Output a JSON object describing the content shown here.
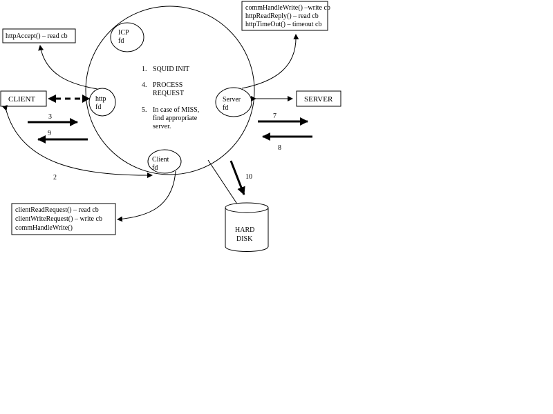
{
  "boxes": {
    "http_accept": "httpAccept() – read cb",
    "client": "CLIENT",
    "server": "SERVER",
    "server_cbs": [
      "commHandleWrite() –write cb",
      "httpReadReply() – read cb",
      "httpTimeOut() – timeout cb"
    ],
    "client_cbs": [
      "clientReadRequest() – read cb",
      "clientWriteRequest() – write cb",
      "commHandleWrite()"
    ]
  },
  "nodes": {
    "icp": [
      "ICP",
      "fd"
    ],
    "http": [
      "http",
      "fd"
    ],
    "server_fd": [
      "Server",
      "fd"
    ],
    "client_fd": [
      "Client",
      "fd"
    ],
    "disk": [
      "HARD",
      "DISK"
    ]
  },
  "steps": {
    "s1_num": "1.",
    "s1": "SQUID INIT",
    "s4_num": "4.",
    "s4": [
      "PROCESS",
      "REQUEST"
    ],
    "s5_num": "5.",
    "s5": [
      "In case of MISS,",
      "find appropriate",
      "server."
    ]
  },
  "arrow_numbers": {
    "n2": "2",
    "n3": "3",
    "n9": "9",
    "n7": "7",
    "n8": "8",
    "n10": "10"
  }
}
